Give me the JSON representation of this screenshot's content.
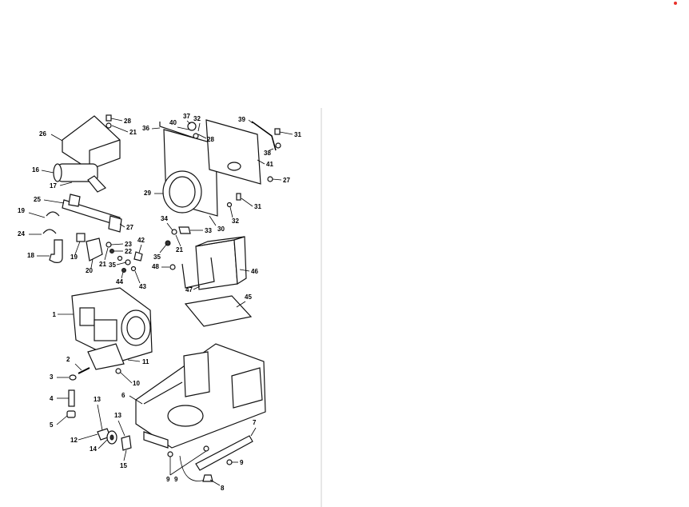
{
  "colors": {
    "ink": "#000000",
    "paper": "#ffffff",
    "mark": "#e8302a"
  },
  "callouts": [
    "1",
    "2",
    "3",
    "4",
    "5",
    "6",
    "7",
    "8",
    "9",
    "9",
    "9",
    "10",
    "11",
    "12",
    "13",
    "13",
    "14",
    "15",
    "16",
    "17",
    "18",
    "19",
    "19",
    "20",
    "21",
    "21",
    "21",
    "22",
    "23",
    "24",
    "25",
    "26",
    "27",
    "27",
    "28",
    "28",
    "29",
    "30",
    "31",
    "31",
    "32",
    "32",
    "33",
    "34",
    "35",
    "35",
    "36",
    "37",
    "38",
    "39",
    "40",
    "41",
    "42",
    "43",
    "44",
    "45",
    "46",
    "47",
    "48"
  ]
}
